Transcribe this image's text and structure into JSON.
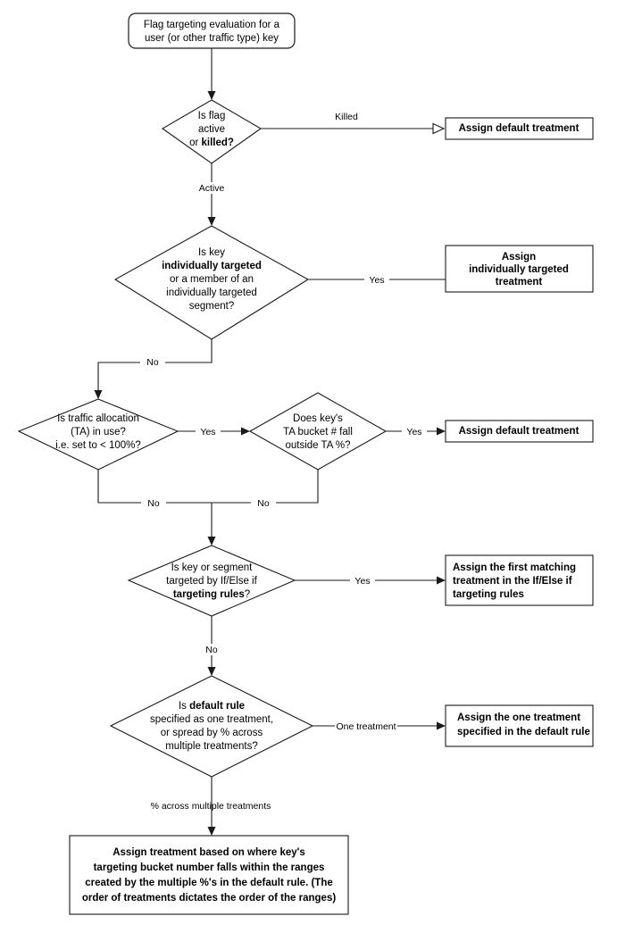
{
  "diagram": {
    "title": "Flag targeting evaluation flowchart",
    "background_color": "#ffffff",
    "line_color": "#1a1a1a",
    "text_color": "#000000"
  },
  "nodes": {
    "start": {
      "shape": "rounded-rectangle",
      "lines": [
        "Flag targeting evaluation for a",
        "user (or other traffic type) key"
      ]
    },
    "decision_flag_state": {
      "shape": "diamond",
      "lines": [
        "Is flag",
        "active",
        "or killed?"
      ],
      "bold_lines": [
        false,
        false,
        "or-killed-partial"
      ]
    },
    "result_default_killed": {
      "shape": "rectangle",
      "lines": [
        "Assign default treatment"
      ]
    },
    "decision_individual_target": {
      "shape": "diamond",
      "lines": [
        "Is key",
        "individually targeted",
        "or a member of an",
        "individually targeted",
        "segment?"
      ],
      "bold_lines": [
        false,
        true,
        false,
        false,
        false
      ]
    },
    "result_individual_treatment": {
      "shape": "rectangle",
      "lines": [
        "Assign",
        "individually targeted",
        "treatment"
      ]
    },
    "decision_traffic_allocation": {
      "shape": "diamond",
      "lines": [
        "Is traffic allocation",
        "(TA) in use?",
        "i.e. set to < 100%?"
      ]
    },
    "decision_ta_bucket": {
      "shape": "diamond",
      "lines": [
        "Does key's",
        "TA bucket # fall",
        "outside TA %?"
      ]
    },
    "result_default_ta": {
      "shape": "rectangle",
      "lines": [
        "Assign default treatment"
      ]
    },
    "decision_ifelse_rules": {
      "shape": "diamond",
      "lines": [
        "Is key or segment",
        "targeted by If/Else if",
        "targeting rules?"
      ],
      "bold_lines": [
        false,
        false,
        "targeting-rules-partial"
      ]
    },
    "result_first_matching": {
      "shape": "rectangle",
      "lines": [
        "Assign the first matching",
        "treatment in the If/Else if",
        "targeting rules"
      ]
    },
    "decision_default_rule": {
      "shape": "diamond",
      "lines": [
        "Is default rule",
        "specified as one treatment,",
        "or spread by % across",
        "multiple treatments?"
      ],
      "bold_lines": [
        "is-default-rule-partial",
        false,
        false,
        false
      ]
    },
    "result_one_treatment": {
      "shape": "rectangle",
      "lines": [
        "Assign the one treatment",
        "specified in the default rule"
      ]
    },
    "result_multiple_percent": {
      "shape": "rectangle",
      "lines": [
        "Assign treatment based on where key's",
        "targeting bucket number falls within the ranges",
        "created by the multiple %'s in the default rule. (The",
        "order of treatments dictates the order of the ranges)"
      ]
    }
  },
  "edge_labels": {
    "killed": "Killed",
    "active": "Active",
    "individual_yes": "Yes",
    "individual_no": "No",
    "ta_yes": "Yes",
    "ta_no": "No",
    "bucket_yes": "Yes",
    "bucket_no": "No",
    "ifelse_yes": "Yes",
    "ifelse_no": "No",
    "one_treatment": "One treatment",
    "percent_across": "% across multiple treatments"
  },
  "text_fragments": {
    "is_flag_or": "or ",
    "killed_bold": "killed?",
    "is_prefix": "Is ",
    "default_rule_bold": "default rule",
    "targeted_by_prefix": "targeted by If/Else if",
    "targeting_rules_bold": "targeting rules",
    "question_mark": "?"
  }
}
